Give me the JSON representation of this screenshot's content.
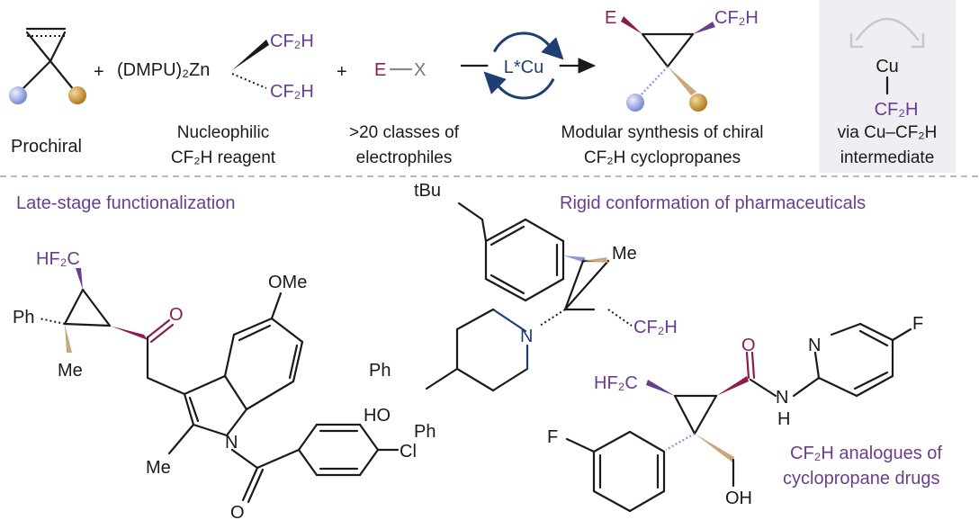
{
  "top": {
    "reagent1_label": "Prochiral",
    "plus1": "+",
    "reagent2_formula": "(DMPU)₂Zn",
    "reagent2_cf2h_top": "CF₂H",
    "reagent2_cf2h_bottom": "CF₂H",
    "reagent2_label_line1": "Nucleophilic",
    "reagent2_label_line2": "CF₂H reagent",
    "plus2": "+",
    "electrophile_e": "E",
    "electrophile_x": "X",
    "electrophile_label_line1": ">20 classes of",
    "electrophile_label_line2": "electrophiles",
    "catalyst": "L*Cu",
    "product_e": "E",
    "product_cf2h": "CF₂H",
    "product_label_line1": "Modular synthesis of chiral",
    "product_label_line2": "CF₂H cyclopropanes",
    "intermediate_cu": "Cu",
    "intermediate_cf2h": "CF₂H",
    "intermediate_label_line1": "via Cu–CF₂H",
    "intermediate_label_line2": "intermediate"
  },
  "bottom": {
    "heading_left": "Late-stage functionalization",
    "heading_right": "Rigid conformation of pharmaceuticals",
    "heading_drugs_line1": "CF₂H analogues of",
    "heading_drugs_line2": "cyclopropane drugs",
    "mol1": {
      "hf2c": "HF₂C",
      "ph": "Ph",
      "me_cp": "Me",
      "o": "O",
      "ome": "OMe",
      "n": "N",
      "me_indole": "Me",
      "o_amide": "O",
      "cl": "Cl"
    },
    "mol2": {
      "tbu": "tBu",
      "me": "Me",
      "n": "N",
      "cf2h": "CF₂H",
      "ph_top": "Ph",
      "ho": "HO",
      "ph_bottom": "Ph"
    },
    "mol3": {
      "o": "O",
      "n_pyr": "N",
      "f_pyr": "F",
      "hf2c": "HF₂C",
      "nh_n": "N",
      "nh_h": "H",
      "f_ph": "F",
      "oh": "OH"
    }
  }
}
